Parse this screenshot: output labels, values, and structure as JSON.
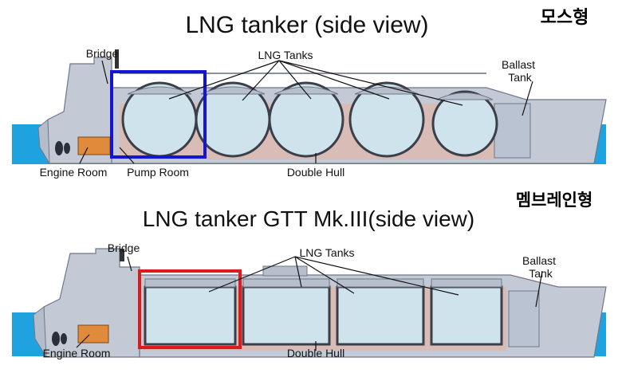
{
  "top": {
    "title": "LNG tanker (side view)",
    "type_label": "모스형",
    "labels": {
      "bridge": "Bridge",
      "lng_tanks": "LNG Tanks",
      "ballast_tank": "Ballast\nTank",
      "engine_room": "Engine Room",
      "pump_room": "Pump Room",
      "double_hull": "Double Hull"
    },
    "highlight_color": "#1414d2"
  },
  "bottom": {
    "title": "LNG tanker GTT Mk.III(side view)",
    "type_label": "멤브레인형",
    "labels": {
      "bridge": "Bridge",
      "lng_tanks": "LNG Tanks",
      "ballast_tank": "Ballast\nTank",
      "engine_room": "Engine Room",
      "double_hull": "Double Hull"
    },
    "highlight_color": "#e01a1a"
  },
  "colors": {
    "sea": "#1fa3e0",
    "hull": "#c3cad6",
    "hull_dark": "#9aa3b2",
    "tank": "#cfe3ec",
    "hold": "#d9bcb5",
    "engine": "#e08a3c"
  }
}
